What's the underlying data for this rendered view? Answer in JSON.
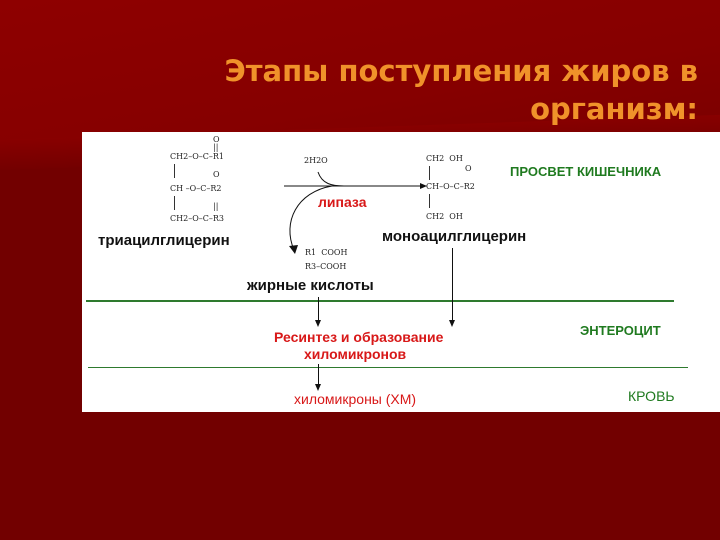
{
  "slide": {
    "title_line1": "Этапы поступления жиров в",
    "title_line2": "организм:",
    "colors": {
      "background": "#720000",
      "title": "#f0922a",
      "red_label": "#d81818",
      "green_label": "#1f7a1f",
      "line": "#2e7a2e"
    }
  },
  "diagram": {
    "triacylglycerol": {
      "formula": {
        "o1": "O",
        "dbl1": "||",
        "row1": "CH2–O–C–R1",
        "o2": "O",
        "row2": "CH –O–C–R2",
        "dbl3": "||",
        "row3": "CH2–O–C–R3"
      },
      "label": "триацилглицерин"
    },
    "reaction": {
      "water": "2H2O",
      "enzyme": "липаза"
    },
    "monoacylglycerol": {
      "formula": {
        "row1": "CH2  OH",
        "o": "O",
        "row2": "CH–O–C–R2",
        "row3": "CH2  OH"
      },
      "label": "моноацилглицерин"
    },
    "fatty_acids": {
      "formula_row1": "R1  COOH",
      "formula_row2": "R3–COOH",
      "label": "жирные кислоты"
    },
    "resynthesis": {
      "line1": "Ресинтез и образование",
      "line2": "хиломикронов"
    },
    "chylomicrons": "хиломикроны (ХМ)",
    "zones": {
      "lumen": "ПРОСВЕТ   КИШЕЧНИКА",
      "enterocyte": "ЭНТЕРОЦИТ",
      "blood": "КРОВЬ"
    }
  }
}
